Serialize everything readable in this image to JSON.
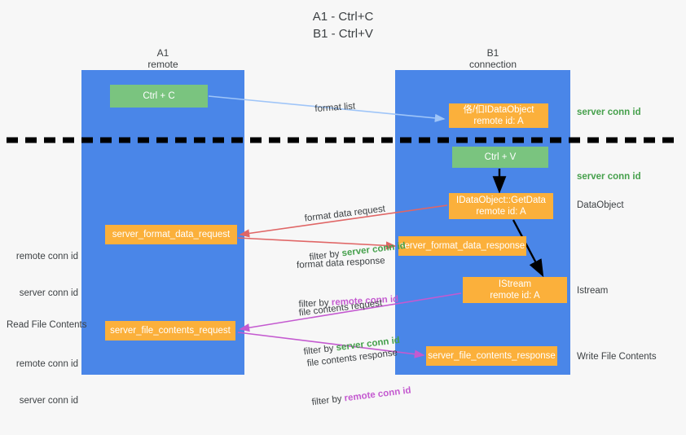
{
  "title": "A1 - Ctrl+C\nB1 - Ctrl+V",
  "columns": {
    "left": {
      "name": "A1",
      "role": "remote",
      "label": "A1\nremote"
    },
    "right": {
      "name": "B1",
      "role": "connection",
      "label": "B1\nconnection"
    }
  },
  "boxes": {
    "ctrl_c": {
      "label": "Ctrl + C",
      "color": "#7ac47f",
      "column": "A1"
    },
    "ctrl_v": {
      "label": "Ctrl + V",
      "color": "#7ac47f",
      "column": "B1"
    },
    "idataobject": {
      "line1": "佫/㐰IDataObject",
      "line2": "remote id: A",
      "color": "#fbb03b",
      "column": "B1"
    },
    "getdata": {
      "line1": "IDataObject::GetData",
      "line2": "remote id: A",
      "color": "#fbb03b",
      "column": "B1"
    },
    "istream": {
      "line1": "IStream",
      "line2": "remote id: A",
      "color": "#fbb03b",
      "column": "B1"
    },
    "server_format_data_request": {
      "label": "server_format_data_request",
      "color": "#fbb03b",
      "column": "A1"
    },
    "server_format_data_response": {
      "label": "server_format_data_response",
      "color": "#fbb03b",
      "column": "B1"
    },
    "server_file_contents_request": {
      "label": "server_file_contents_request",
      "color": "#fbb03b",
      "column": "A1"
    },
    "server_file_contents_response": {
      "label": "server_file_contents_response",
      "color": "#fbb03b",
      "column": "B1"
    }
  },
  "flows": {
    "format_list": {
      "label": "format list",
      "color": "#9fc5f8"
    },
    "format_data_request": {
      "line1": "format data request",
      "filter_prefix": "filter by ",
      "filter_key": "server conn id",
      "color": "#e06666"
    },
    "format_data_response": {
      "line1": "format data response",
      "filter_prefix": "filter by ",
      "filter_key": "remote conn id",
      "color": "#e06666"
    },
    "file_contents_request": {
      "line1": "file contents request",
      "filter_prefix": "filter by ",
      "filter_key": "server conn id",
      "color": "#c45ad0"
    },
    "file_contents_response": {
      "line1": "file contents response",
      "filter_prefix": "filter by ",
      "filter_key": "remote conn id",
      "color": "#c45ad0"
    }
  },
  "annotations": {
    "right": {
      "server_conn_id_top": "server conn id",
      "server_conn_id_mid": "server conn id",
      "dataobject": "DataObject",
      "istream": "Istream",
      "write_file_contents": "Write File Contents"
    },
    "left": {
      "remote_conn_id_1": "remote conn id",
      "server_conn_id_1": "server conn id",
      "read_file_contents": "Read File Contents",
      "remote_conn_id_2": "remote conn id",
      "server_conn_id_2": "server conn id"
    }
  },
  "colors": {
    "lane": "#4a86e8",
    "green_box": "#7ac47f",
    "orange_box": "#fbb03b",
    "green_text": "#46a04c",
    "purple_text": "#c45ad0",
    "red_arrow": "#e06666",
    "blue_arrow": "#9fc5f8",
    "purple_arrow": "#c45ad0",
    "black_arrow": "#000000",
    "background": "#f7f7f7"
  }
}
